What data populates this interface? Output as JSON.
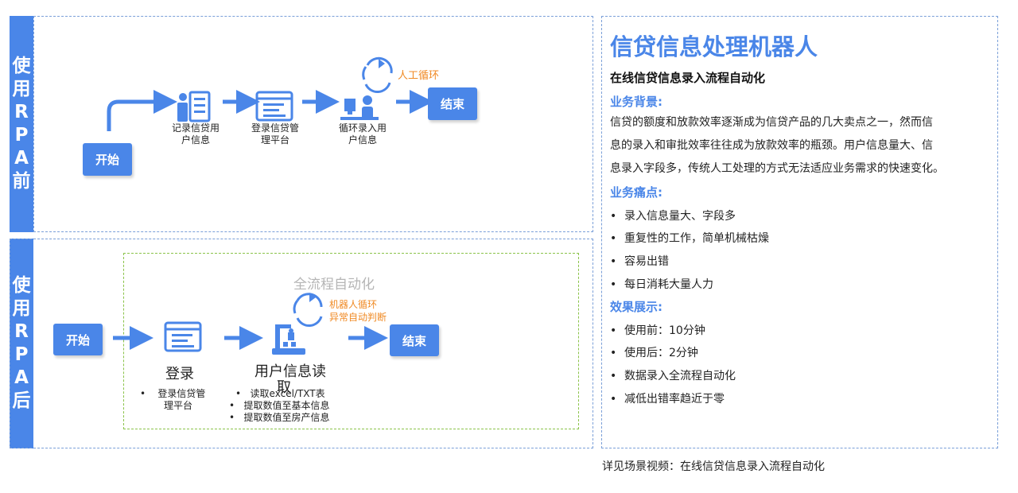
{
  "before": {
    "side_label": [
      "使",
      "用",
      "R",
      "P",
      "A",
      "前"
    ],
    "start": "开始",
    "end": "结束",
    "step1": [
      "记录信贷用",
      "户信息"
    ],
    "step2": [
      "登录信贷管",
      "理平台"
    ],
    "step3": [
      "循环录入用",
      "户信息"
    ],
    "loop_label": "人工循环"
  },
  "after": {
    "side_label": [
      "使",
      "用",
      "R",
      "P",
      "A",
      "后"
    ],
    "start": "开始",
    "end": "结束",
    "auto_label": "全流程自动化",
    "loop_label": [
      "机器人循环",
      "异常自动判断"
    ],
    "login_title": "登录",
    "login_bullets": [
      "登录信贷管",
      "理平台"
    ],
    "read_title": [
      "用户信息读",
      "取"
    ],
    "read_bullets": [
      "读取excel/TXT表",
      "提取数值至基本信息",
      "提取数值至房产信息"
    ]
  },
  "right": {
    "title": "信贷信息处理机器人",
    "subtitle": "在线信贷信息录入流程自动化",
    "background_heading": "业务背景:",
    "background_lines": [
      "信贷的额度和放款效率逐渐成为信贷产品的几大卖点之一，然而信",
      "息的录入和审批效率往往成为放款效率的瓶颈。用户信息量大、信",
      "息录入字段多，传统人工处理的方式无法适应业务需求的快速变化。"
    ],
    "pain_heading": "业务痛点:",
    "pain_points": [
      "录入信息量大、字段多",
      "重复性的工作，简单机械枯燥",
      "容易出错",
      "每日消耗大量人力"
    ],
    "effect_heading": "效果展示:",
    "effects": [
      "使用前：10分钟",
      "使用后：2分钟",
      "数据录入全流程自动化",
      "减低出错率趋近于零"
    ]
  },
  "footer": "详见场景视频：在线信贷信息录入流程自动化",
  "colors": {
    "accent": "#4a86e8",
    "orange": "#f08a24",
    "green_dash": "#8bc34a"
  }
}
